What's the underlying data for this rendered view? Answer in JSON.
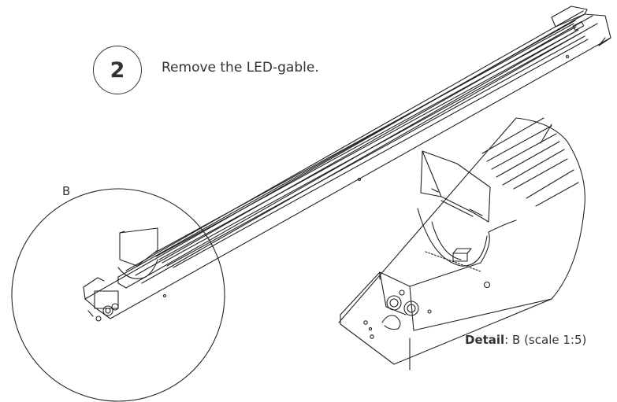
{
  "step": {
    "number": "2",
    "instruction": "Remove the LED-gable."
  },
  "detail": {
    "marker": "B",
    "caption_label": "Detail",
    "caption_rest": ": B (scale 1:5)"
  }
}
